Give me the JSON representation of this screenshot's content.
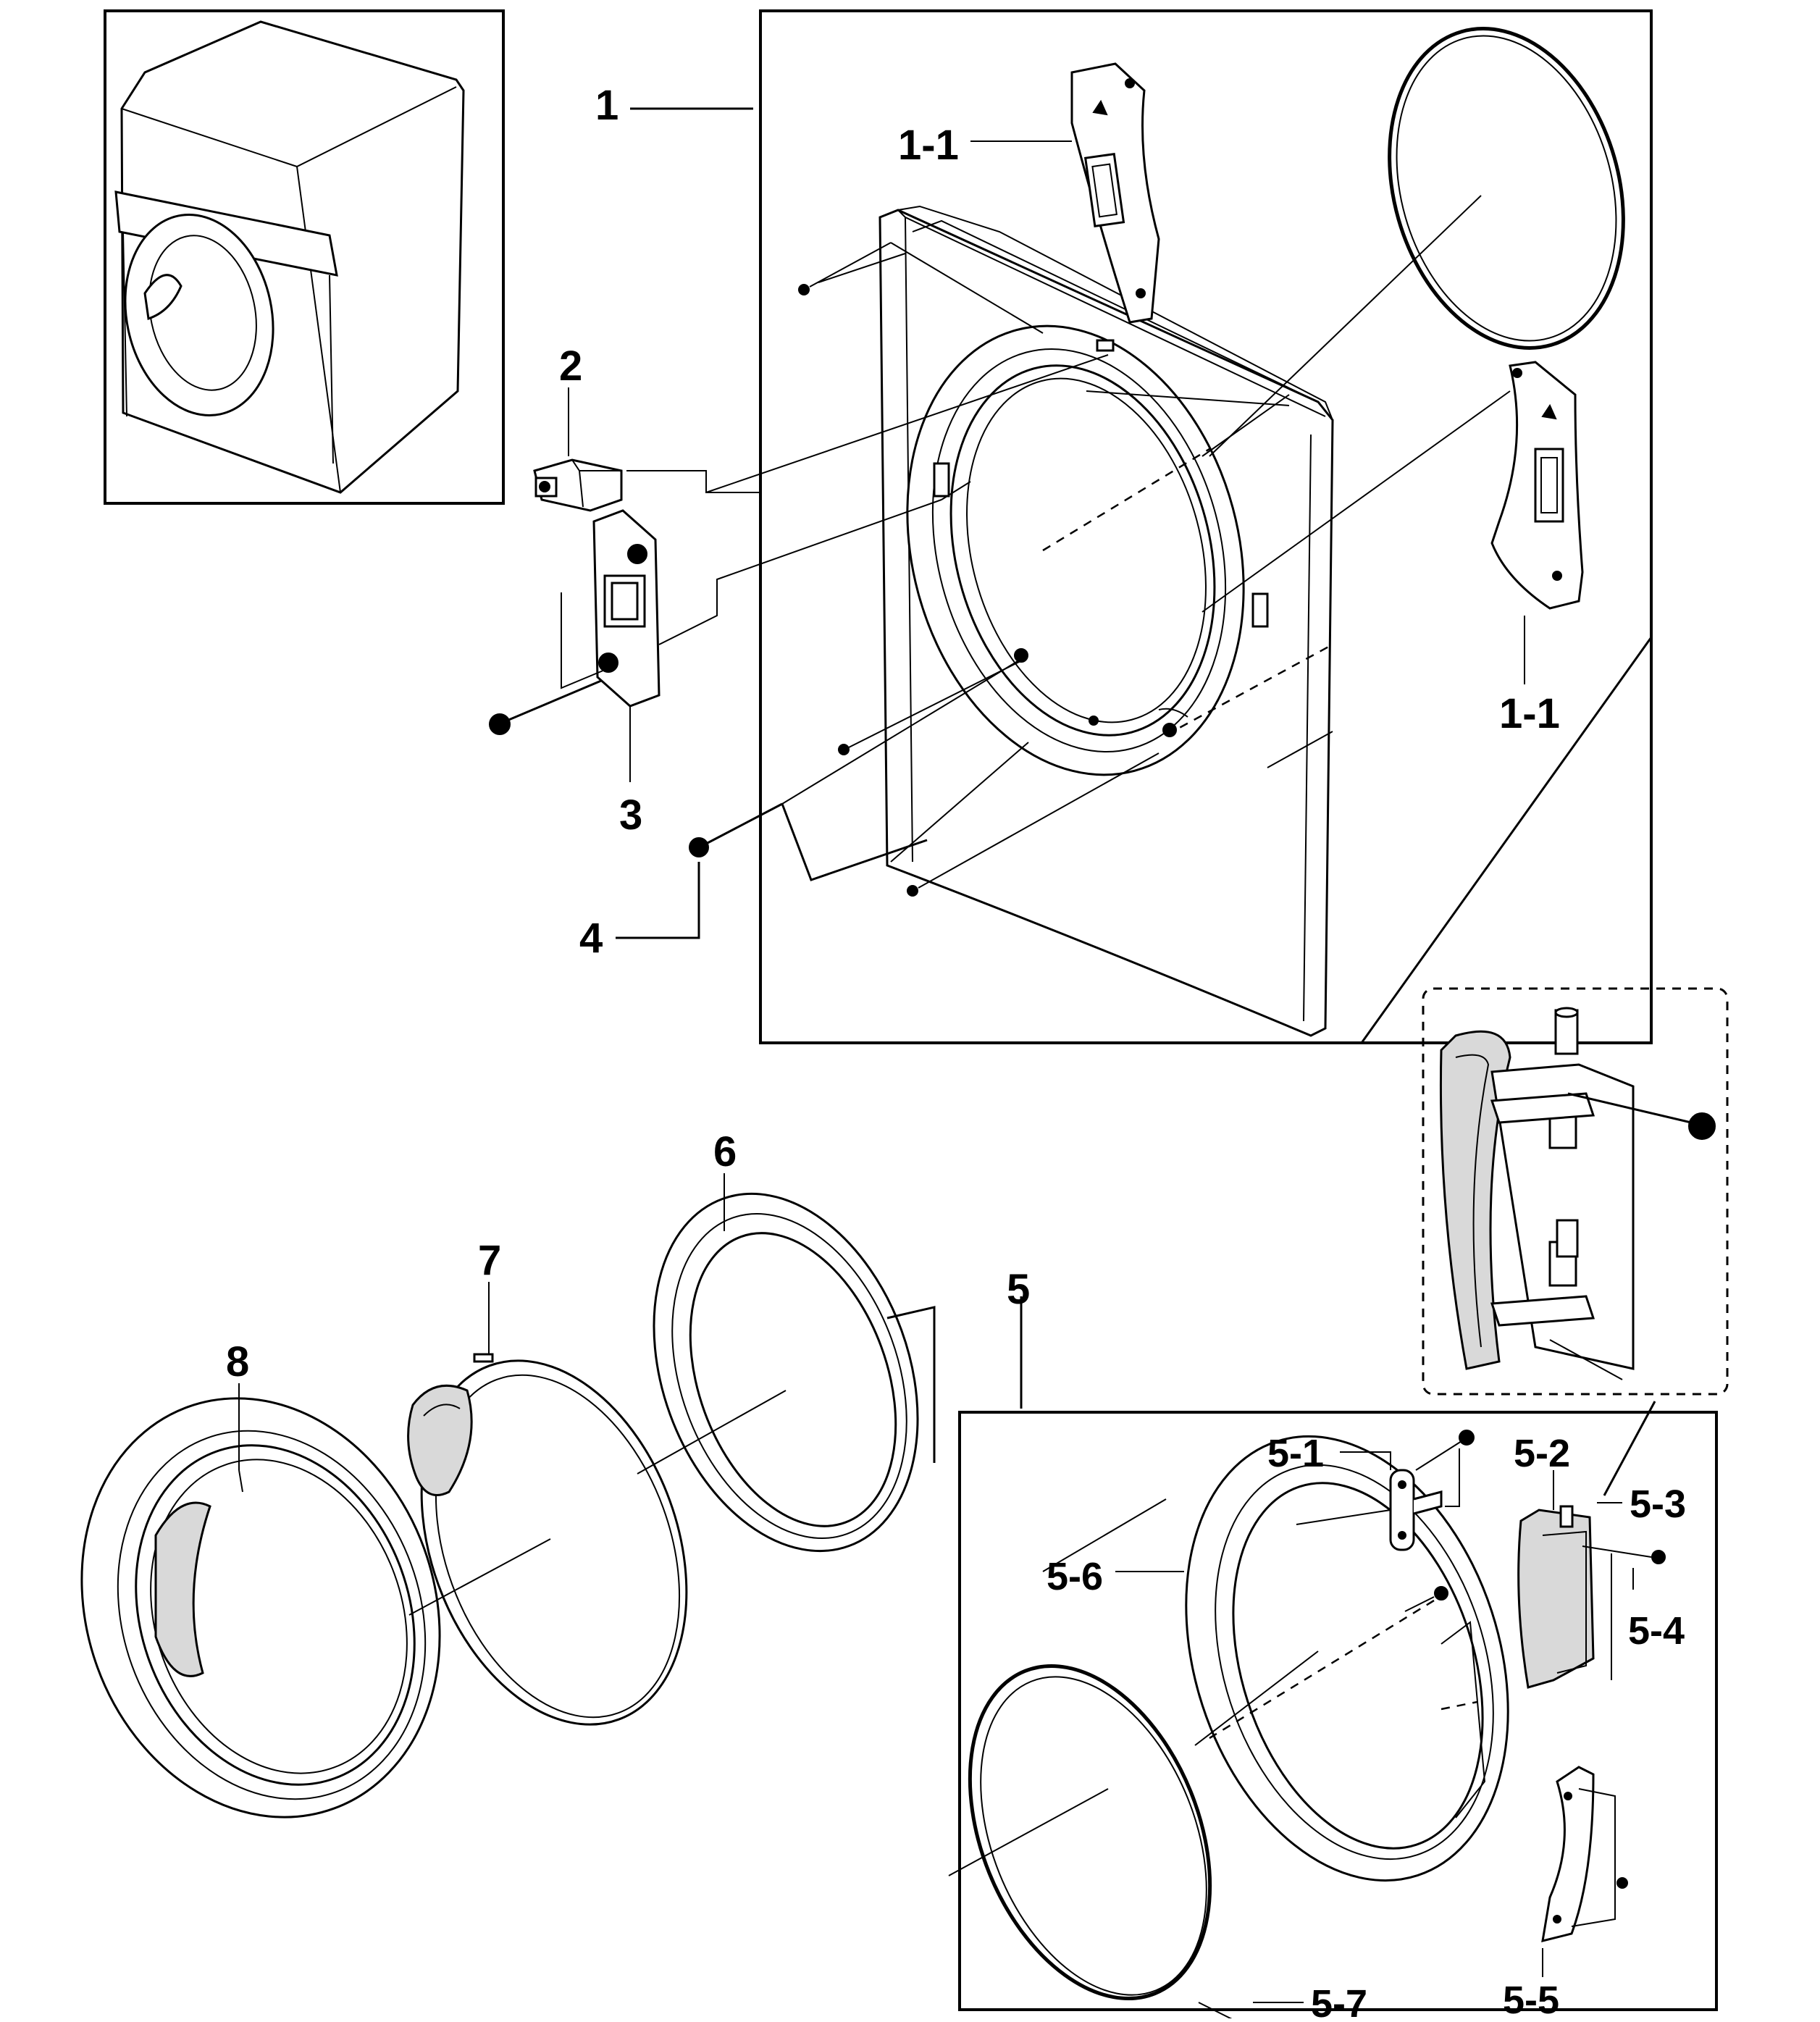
{
  "labels": {
    "p1": "1",
    "p1_1_top": "1-1",
    "p1_1_right": "1-1",
    "p2": "2",
    "p3": "3",
    "p4": "4",
    "p5": "5",
    "p5_1": "5-1",
    "p5_2": "5-2",
    "p5_3": "5-3",
    "p5_4": "5-4",
    "p5_5": "5-5",
    "p5_6": "5-6",
    "p5_7": "5-7",
    "p6": "6",
    "p7": "7",
    "p8": "8"
  }
}
